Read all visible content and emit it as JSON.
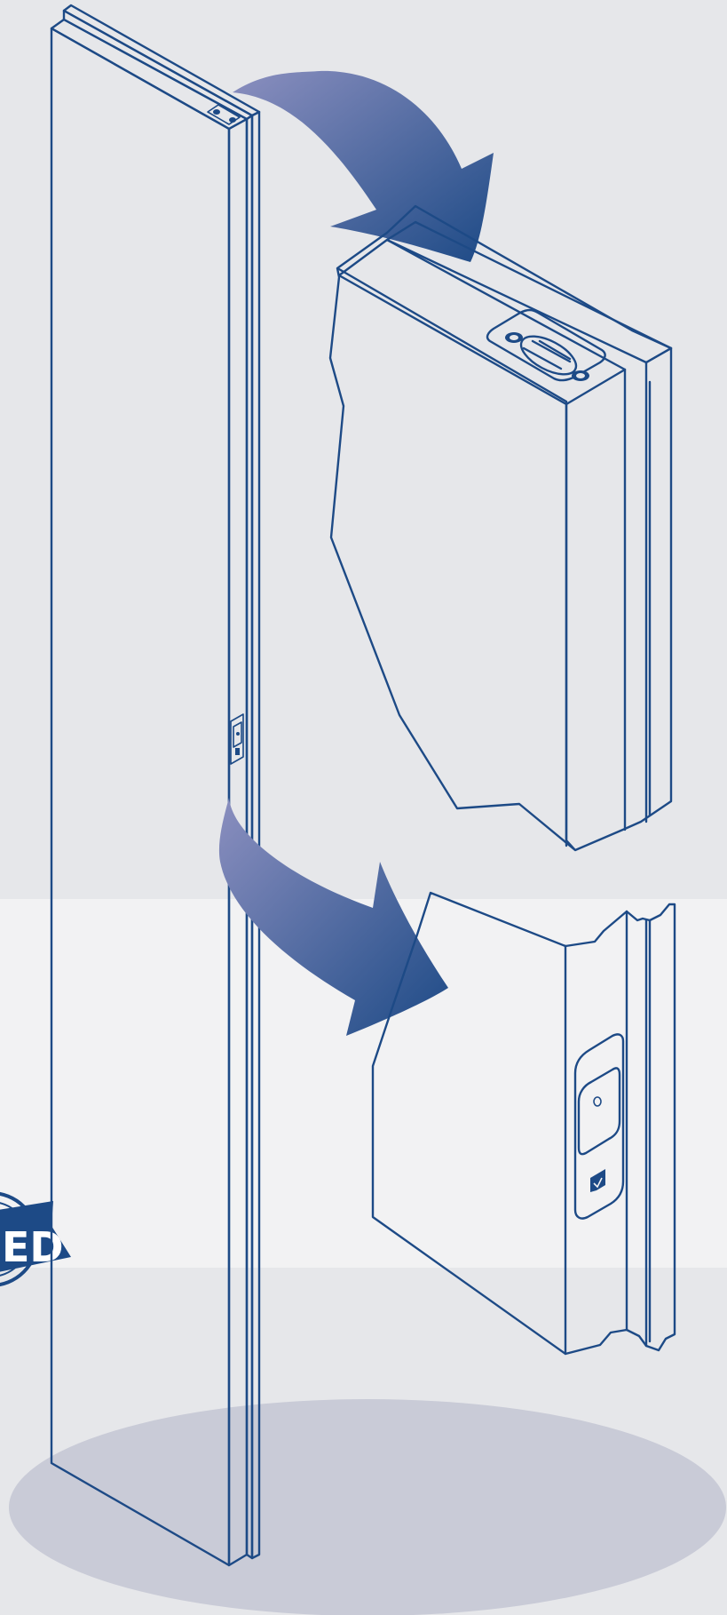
{
  "diagram": {
    "title": "",
    "colors": {
      "background_top": "#e6e7ea",
      "band": "#f2f2f3",
      "line": "#1d4a86",
      "floor_shadow": "#c9cbd7",
      "arrow_light": "#8b8fbf",
      "arrow_dark": "#1d4a86"
    },
    "parts": {
      "door": "door-panel",
      "top_detail": "top-hinge-detail",
      "side_detail": "side-latch-detail"
    },
    "stamp": {
      "text": "ED"
    }
  }
}
